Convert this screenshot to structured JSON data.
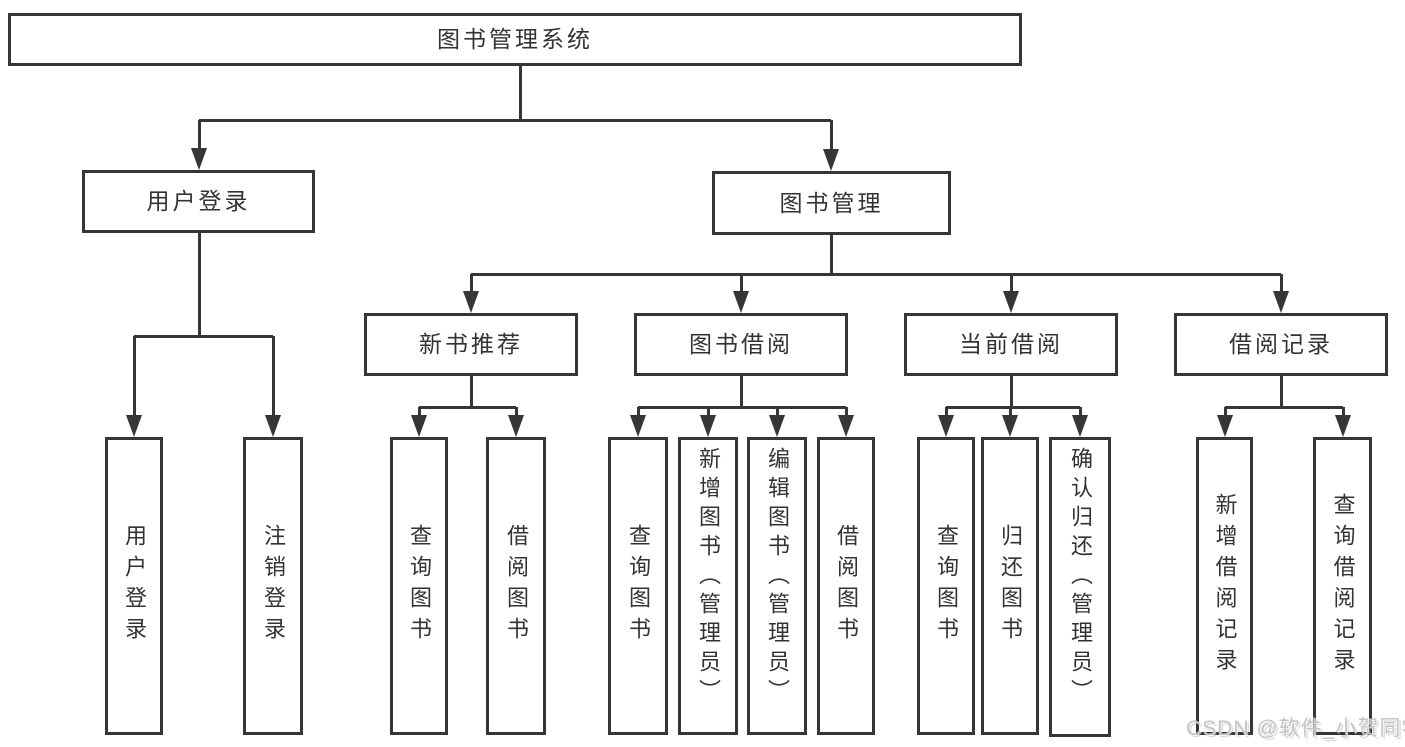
{
  "nodes": {
    "root": "图书管理系统",
    "level2": {
      "user_login": "用户登录",
      "book_management": "图书管理"
    },
    "level3": {
      "new_book_recommend": "新书推荐",
      "book_borrowing": "图书借阅",
      "current_borrowing": "当前借阅",
      "borrowing_records": "借阅记录"
    },
    "leaves": {
      "user_login_children": [
        {
          "label": "用户登录"
        },
        {
          "label": "注销登录"
        }
      ],
      "new_book_recommend_children": [
        {
          "label": "查询图书"
        },
        {
          "label": "借阅图书"
        }
      ],
      "book_borrowing_children": [
        {
          "label": "查询图书"
        },
        {
          "label": "新增图书（管理员）"
        },
        {
          "label": "编辑图书（管理员）"
        },
        {
          "label": "借阅图书"
        }
      ],
      "current_borrowing_children": [
        {
          "label": "查询图书"
        },
        {
          "label": "归还图书"
        },
        {
          "label": "确认归还（管理员）"
        }
      ],
      "borrowing_records_children": [
        {
          "label": "新增借阅记录"
        },
        {
          "label": "查询借阅记录"
        }
      ]
    }
  },
  "watermark": "CSDN @软件_小贺同学",
  "colors": {
    "line": "#363636",
    "box_border": "#363636",
    "text": "#333333",
    "watermark": "#c4c4c4",
    "background": "#ffffff"
  }
}
